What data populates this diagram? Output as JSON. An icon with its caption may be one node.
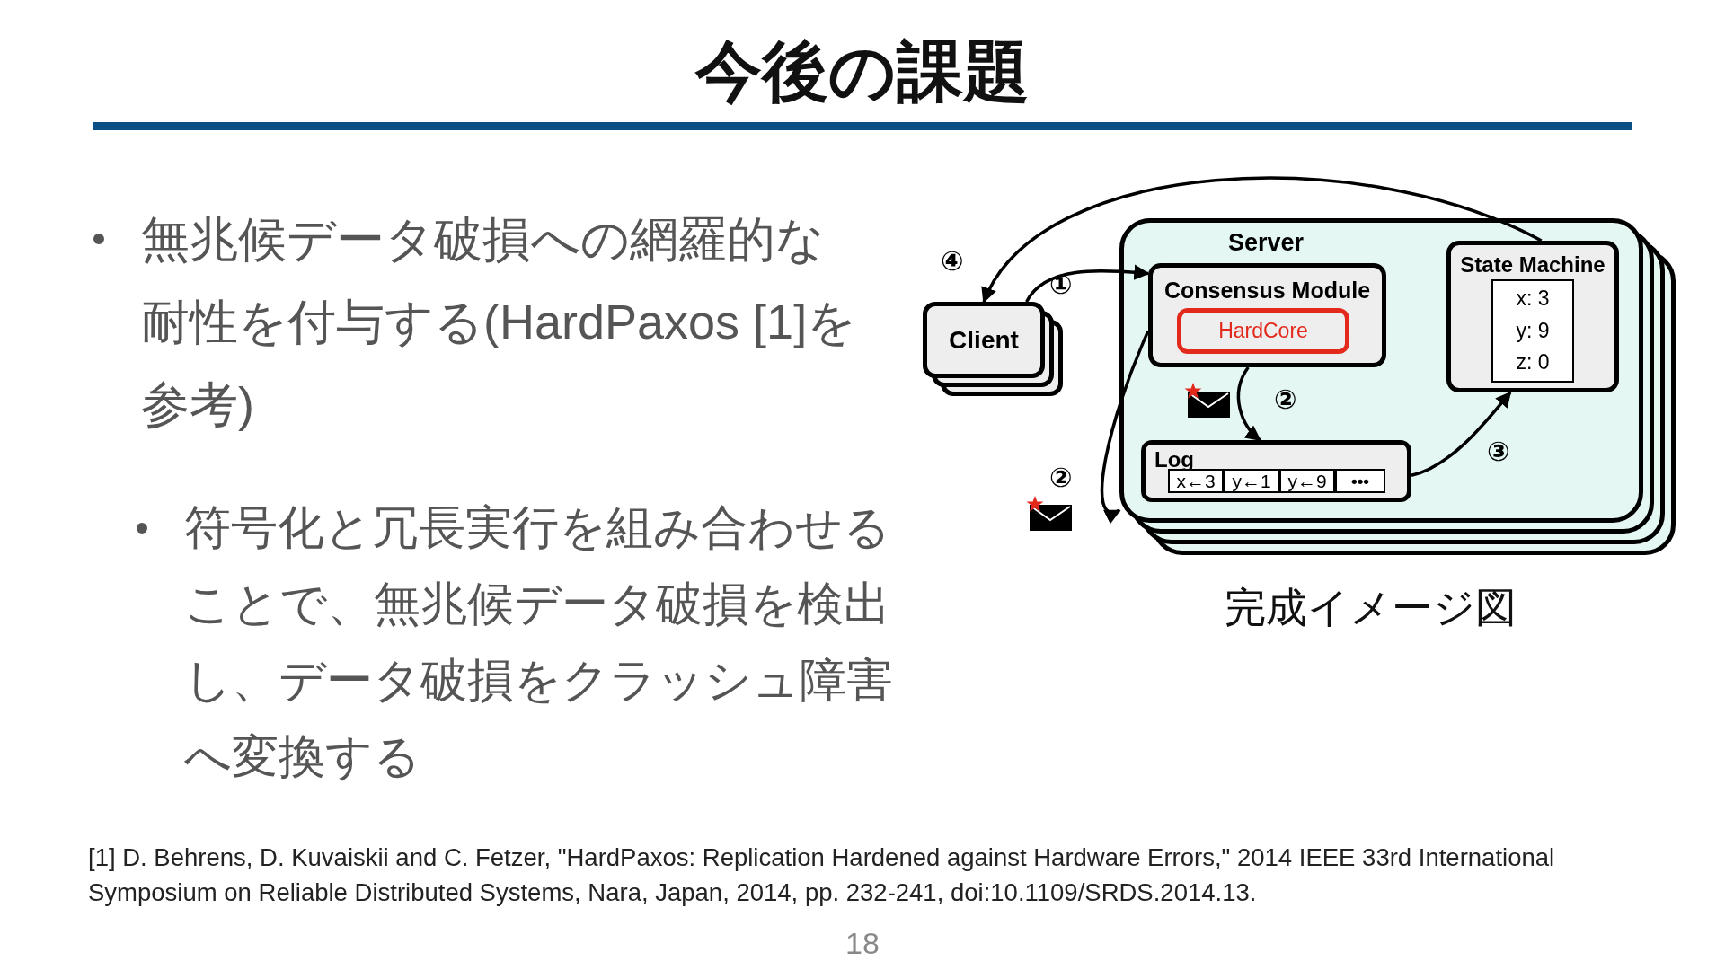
{
  "diagram": {
    "title": "今後の課題",
    "caption": "完成イメージ図",
    "nodes": [
      {
        "text": [
          "Client"
        ]
      },
      {
        "text": [
          "Server"
        ]
      },
      {
        "text": [
          "Consensus Module"
        ],
        "in": 1
      },
      {
        "text": [
          "HardCore"
        ],
        "in": 2
      },
      {
        "text": [
          "State Machine"
        ],
        "in": 1
      },
      {
        "text": [
          "x: 3",
          "y: 9",
          "z: 0"
        ],
        "in": 4
      },
      {
        "text": [
          "Log"
        ],
        "in": 1
      },
      {
        "text": [
          "x←3"
        ],
        "in": 6
      },
      {
        "text": [
          "y←1"
        ],
        "in": 6
      },
      {
        "text": [
          "y←9"
        ],
        "in": 6
      },
      {
        "text": [
          "•••"
        ],
        "in": 6
      }
    ],
    "edges": [
      {
        "from": 0,
        "to": 2,
        "arrow": "to",
        "label": "①"
      },
      {
        "from": 2,
        "to": 6,
        "arrow": "to",
        "label": "②"
      },
      {
        "from": 6,
        "to": 4,
        "arrow": "to",
        "label": "③"
      },
      {
        "from": 4,
        "to": 0,
        "arrow": "to",
        "label": "④"
      },
      {
        "from": 2,
        "to": 1,
        "arrow": "to",
        "label": "②"
      }
    ],
    "labels": [
      "無兆候データ破損への網羅的な耐性を付与する(HardPaxos [1]を参考)",
      "符号化と冗長実行を組み合わせることで、無兆候データ破損を検出し、データ破損をクラッシュ障害へ変換する",
      "[1] D. Behrens, D. Kuvaiskii and C. Fetzer, \"HardPaxos: Replication Hardened against Hardware Errors,\" 2014 IEEE 33rd International Symposium on Reliable Distributed Systems, Nara, Japan, 2014, pp. 232-241, doi:10.1109/SRDS.2014.13.",
      "18"
    ]
  }
}
